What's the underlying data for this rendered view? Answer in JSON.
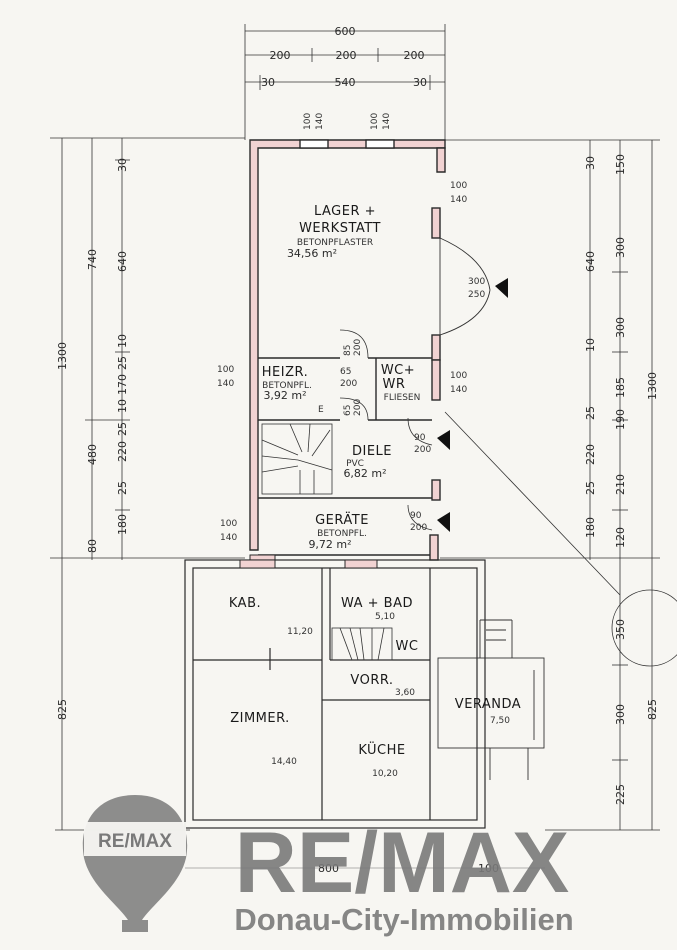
{
  "plan": {
    "top_dims": {
      "total": "600",
      "row2": [
        "200",
        "200",
        "200"
      ],
      "row3": [
        "30",
        "540",
        "30"
      ]
    },
    "window_top": [
      "100",
      "140",
      "100",
      "140"
    ],
    "left_dims": {
      "outer": [
        "1300",
        "825"
      ],
      "mid": [
        "740",
        "480",
        "80"
      ],
      "inner": [
        "30",
        "640",
        "10",
        "25",
        "170",
        "10",
        "25",
        "220",
        "25",
        "180"
      ]
    },
    "right_dims": {
      "outer": [
        "1300",
        "825"
      ],
      "mid": [
        "150",
        "300",
        "300",
        "185",
        "190",
        "210",
        "120",
        "350",
        "300",
        "225"
      ],
      "inner": [
        "30",
        "640",
        "10",
        "25",
        "220",
        "25",
        "180"
      ]
    },
    "openings": [
      {
        "id": "w1",
        "a": "100",
        "b": "140"
      },
      {
        "id": "door-main",
        "a": "300",
        "b": "250"
      },
      {
        "id": "d1",
        "a": "85",
        "b": "200"
      },
      {
        "id": "d2",
        "a": "65",
        "b": "200"
      },
      {
        "id": "d3",
        "a": "65",
        "b": "200"
      },
      {
        "id": "w-heiz",
        "a": "100",
        "b": "140"
      },
      {
        "id": "w-wc",
        "a": "100",
        "b": "140"
      },
      {
        "id": "d-diele",
        "a": "90",
        "b": "200"
      },
      {
        "id": "d-geraete",
        "a": "90",
        "b": "200"
      },
      {
        "id": "w-geraete",
        "a": "100",
        "b": "140"
      }
    ],
    "rooms": {
      "lager": {
        "name1": "LAGER +",
        "name2": "WERKSTATT",
        "floor": "BETONPFLASTER",
        "area": "34,56 m²"
      },
      "heiz": {
        "name": "HEIZR.",
        "floor": "BETONPFL.",
        "area": "3,92 m²"
      },
      "wc": {
        "name1": "WC+",
        "name2": "WR",
        "floor": "FLIESEN"
      },
      "diele": {
        "name": "DIELE",
        "floor": "PVC",
        "area": "6,82 m²"
      },
      "geraete": {
        "name": "GERÄTE",
        "floor": "BETONPFL.",
        "area": "9,72 m²"
      },
      "kab": {
        "name": "KAB.",
        "area": "11,20"
      },
      "bad": {
        "name": "WA + BAD",
        "area": "5,10"
      },
      "wc2": {
        "name": "WC"
      },
      "vorr": {
        "name": "VORR.",
        "area": "3,60"
      },
      "veranda": {
        "name": "VERANDA",
        "area": "7,50"
      },
      "zimmer": {
        "name": "ZIMMER.",
        "area": "14,40"
      },
      "kueche": {
        "name": "KÜCHE",
        "area": "10,20"
      }
    },
    "bottom_dims": [
      "800",
      "100"
    ],
    "misc": {
      "e_mark": "E"
    }
  },
  "brand": {
    "logo_text": "RE/MAX",
    "wordmark": "RE/MAX",
    "tagline": "Donau-City-Immobilien",
    "colors": {
      "logo_gray": "#7a7a7a",
      "wall_fill": "#f1d2d2",
      "line": "#2a2a2a"
    }
  }
}
